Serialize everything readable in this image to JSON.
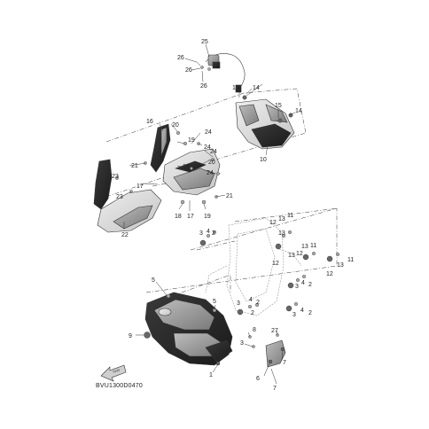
{
  "diagram": {
    "code": "BVU1300D0470",
    "fwd_label": "FWD",
    "callouts": {
      "c1": "1",
      "c2": "2",
      "c3": "3",
      "c4": "4",
      "c5": "5",
      "c6": "6",
      "c7": "7",
      "c8": "8",
      "c9": "9",
      "c10": "10",
      "c11": "11",
      "c12": "12",
      "c13": "13",
      "c14": "14",
      "c15": "15",
      "c16": "16",
      "c17": "17",
      "c18": "18",
      "c19": "19",
      "c20": "20",
      "c21": "21",
      "c22": "22",
      "c23": "23",
      "c24": "24",
      "c25": "25",
      "c26": "26",
      "c27": "27"
    }
  }
}
